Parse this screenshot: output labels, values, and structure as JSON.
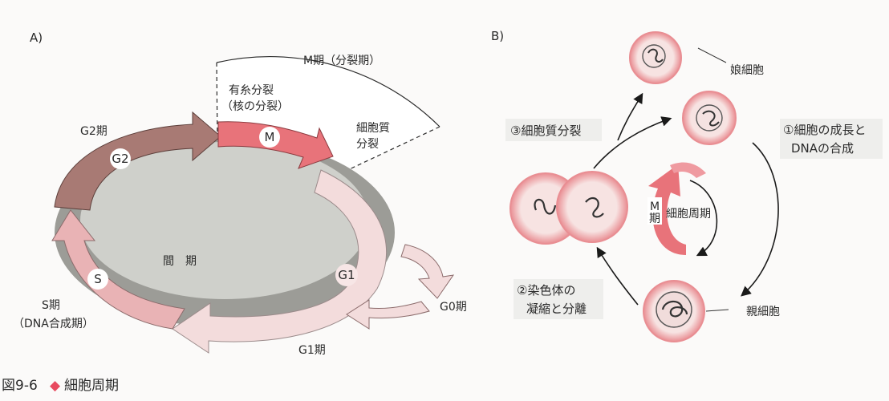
{
  "panel_a": {
    "label": "A)",
    "m_phase": "M期（分裂期）",
    "mitosis": [
      "有糸分裂",
      "（核の分裂）"
    ],
    "cytokinesis": [
      "細胞質",
      "分裂"
    ],
    "g2_phase": "G2期",
    "badge_g2": "G2",
    "badge_m": "M",
    "badge_s": "S",
    "badge_g1": "G1",
    "interphase": "間　期",
    "s_phase": [
      "S期",
      "（DNA合成期）"
    ],
    "g1_phase": "G1期",
    "g0_phase": "G0期"
  },
  "panel_b": {
    "label": "B)",
    "daughter_cell": "娘細胞",
    "step1": [
      "①細胞の成長と",
      "DNAの合成"
    ],
    "step2": [
      "②染色体の",
      "凝縮と分離"
    ],
    "step3": "③細胞質分裂",
    "cycle_center": "細胞周期",
    "m_phase_short": [
      "M",
      "期"
    ],
    "parent_cell": "親細胞"
  },
  "caption": {
    "figure_no": "図9-6",
    "diamond": "◆",
    "title": "細胞周期"
  },
  "colors": {
    "m_arrow": "#e8737a",
    "g2_arrow": "#a87a74",
    "s_arrow": "#e9b3b5",
    "g1_arrow": "#f3dcdc",
    "cell_ring": "#ee9a9e",
    "cell_fill": "#fbe9e8",
    "accent": "#e84a5f"
  }
}
